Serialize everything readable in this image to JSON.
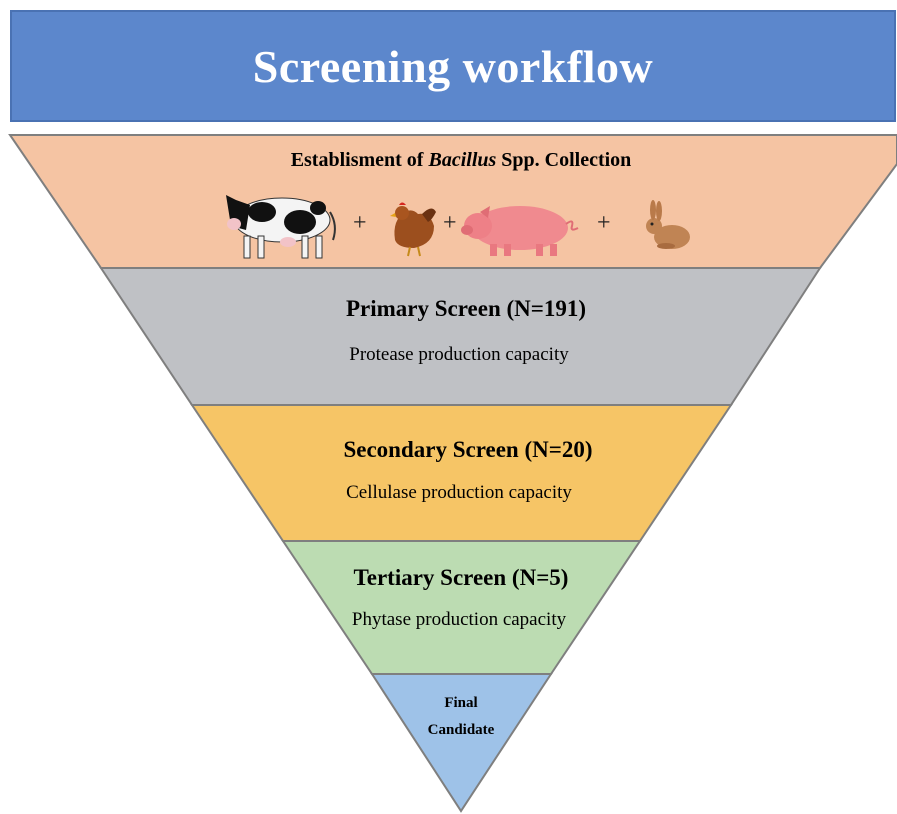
{
  "header": {
    "title": "Screening workflow"
  },
  "levels": [
    {
      "title_before": "Establisment of ",
      "title_italic": "Bacillus",
      "title_after": " Spp. Collection",
      "icons": [
        "cow-icon",
        "chicken-icon",
        "pig-icon",
        "rabbit-icon"
      ],
      "separator": "+"
    },
    {
      "title": "Primary Screen (N=191)",
      "subtitle": "Protease production capacity"
    },
    {
      "title": "Secondary Screen (N=20)",
      "subtitle": "Cellulase production capacity"
    },
    {
      "title": "Tertiary Screen (N=5)",
      "subtitle": "Phytase production capacity"
    },
    {
      "title_line1": "Final",
      "title_line2": "Candidate"
    }
  ],
  "colors": {
    "banner": "#5c87cc",
    "level_collection": "#f5c4a3",
    "level_primary": "#bfc1c5",
    "level_secondary": "#f6c566",
    "level_tertiary": "#bcdcb2",
    "level_final": "#9ec2e8",
    "outline": "#7f7f7f"
  }
}
